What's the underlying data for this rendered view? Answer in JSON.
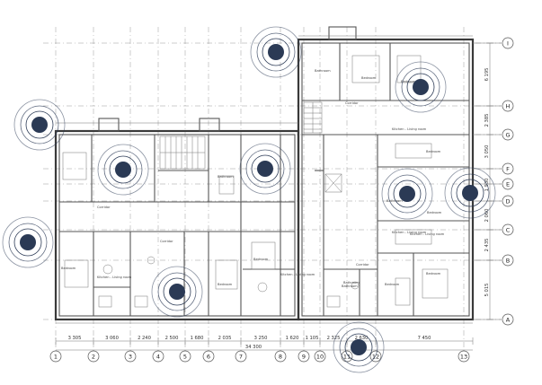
{
  "plan": {
    "total_dimension": "34 300",
    "bottom_dimensions": [
      "3 305",
      "3 060",
      "2 240",
      "2 500",
      "1 680",
      "2 035",
      "3 250",
      "1 620",
      "1 105",
      "2 325",
      "2 630",
      "7 450"
    ],
    "right_dimensions": [
      "6 195",
      "2 385",
      "3 050",
      "1 930",
      "2 060",
      "2 435",
      "5 015"
    ],
    "column_axes": [
      "1",
      "2",
      "3",
      "4",
      "5",
      "6",
      "7",
      "8",
      "9",
      "10",
      "11",
      "12",
      "13"
    ],
    "row_axes": [
      "I",
      "H",
      "G",
      "F",
      "E",
      "D",
      "C",
      "B",
      "A"
    ],
    "room_labels": [
      "Bathroom",
      "Bedroom",
      "Corridor",
      "Kitchen - Living room",
      "Bedroom",
      "Bedroom",
      "Kitchen - Living room",
      "Bathroom",
      "Bedroom",
      "Kitchen - Living room",
      "Corridor",
      "Bathroom",
      "Bedroom",
      "Kitchen - Living room",
      "Corridor",
      "Bedroom",
      "Bedroom",
      "Bathroom",
      "Bedroom",
      "Kitchen - Living room",
      "Bathroom",
      "Corridor",
      "Bedroom"
    ]
  },
  "markers": {
    "color": "#2b3a55",
    "count": 10
  }
}
